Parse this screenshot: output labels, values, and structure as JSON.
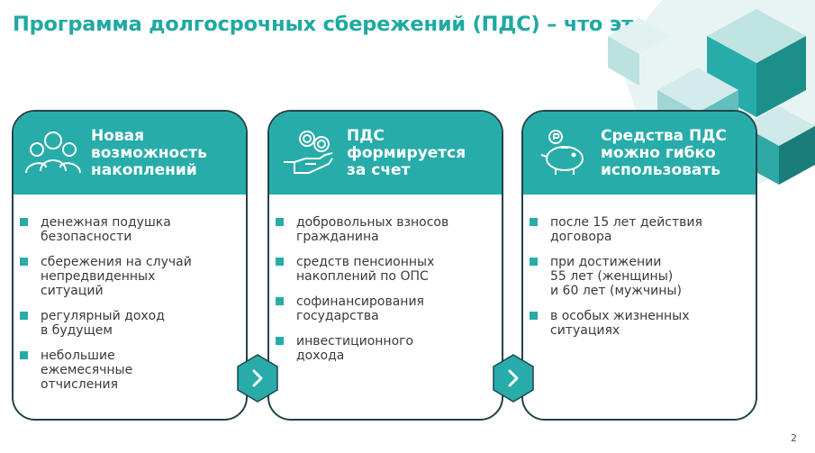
{
  "title": "Программа долгосрочных сбережений (ПДС) – что это?",
  "page_number": "2",
  "colors": {
    "accent": "#27ACA9",
    "title": "#1FA9A3",
    "border": "#21434A"
  },
  "cards": [
    {
      "icon": "people-icon",
      "title": "Новая\nвозможность\nнакоплений",
      "items": [
        {
          "text": "денежная подушка\nбезопасности"
        },
        {
          "text": "сбережения на случай\nнепредвиденных\nситуаций"
        },
        {
          "text": "регулярный доход\nв будущем"
        },
        {
          "text": "небольшие\nежемесячные\nотчисления"
        }
      ]
    },
    {
      "icon": "coins-hand-icon",
      "title": "ПДС\nформируется\nза счет",
      "items": [
        {
          "text": "добровольных взносов\nгражданина"
        },
        {
          "text": "средств пенсионных\nнакоплений по ОПС"
        },
        {
          "text": "софинансирования\nгосударства"
        },
        {
          "text": "инвестиционного\nдохода"
        }
      ]
    },
    {
      "icon": "piggy-bank-icon",
      "title": "Средства ПДС\nможно гибко\nиспользовать",
      "items": [
        {
          "text": "после 15 лет действия\nдоговора"
        },
        {
          "text": "при достижении\n55 лет (женщины)\nи 60 лет (мужчины)"
        },
        {
          "text": "в особых жизненных\nситуациях"
        }
      ]
    }
  ]
}
